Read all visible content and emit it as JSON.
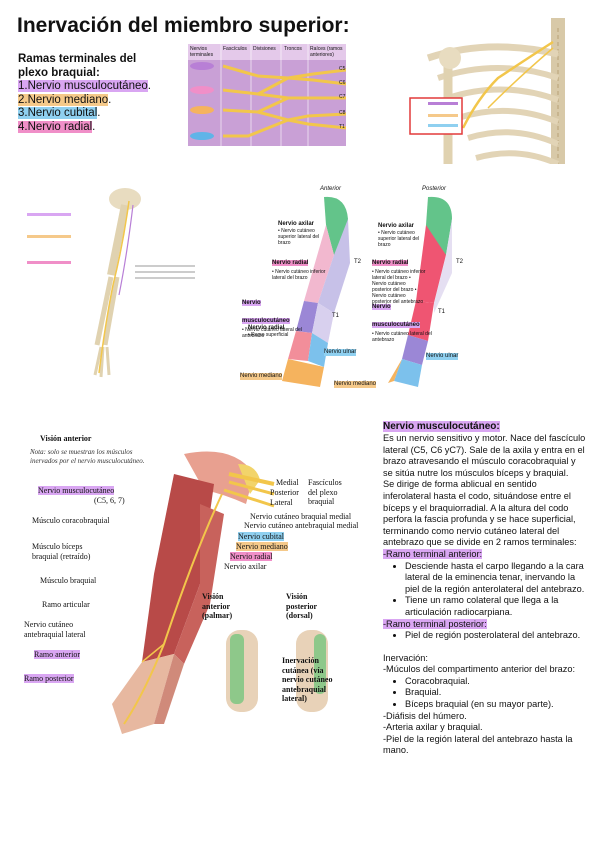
{
  "title": "Inervación del miembro superior:",
  "intro": {
    "heading_line1": "Ramas terminales del",
    "heading_line2": "plexo braquial:",
    "items": [
      {
        "num": "1.",
        "text": "Nervio musculocutáneo",
        "color": "#d9a6f2"
      },
      {
        "num": "2.",
        "text": "Nervio mediano",
        "color": "#f5c98a"
      },
      {
        "num": "3.",
        "text": "Nervio cubital",
        "color": "#8fd0f0"
      },
      {
        "num": "4.",
        "text": "Nervio radial",
        "color": "#f08fc8"
      }
    ]
  },
  "plexus_diagram": {
    "headers": [
      "Nervios terminales",
      "Fascículos",
      "Divisiones",
      "Troncos",
      "Raíces (ramos anteriores)"
    ],
    "roots": [
      "C5",
      "C6",
      "C7",
      "C8",
      "T1"
    ]
  },
  "dermatome_figure": {
    "anterior_title": "Anterior",
    "posterior_title": "Posterior",
    "anterior": {
      "axilar_title": "Nervio axilar",
      "axilar_sub": "• Nervio cutáneo superior lateral del brazo",
      "radial_title": "Nervio radial",
      "radial_sub": "• Nervio cutáneo inferior lateral del brazo",
      "musculo_title": "Nervio musculocutáneo",
      "musculo_sub": "• Nervio cutáneo lateral del antebrazo",
      "radial2_title": "Nervio radial",
      "radial2_sub": "• Ramo superficial",
      "mediano": "Nervio mediano",
      "t2": "T2",
      "t1": "T1"
    },
    "posterior": {
      "axilar_title": "Nervio axilar",
      "axilar_sub": "• Nervio cutáneo superior lateral del brazo",
      "radial_title": "Nervio radial",
      "radial_sub": "• Nervio cutáneo inferior lateral del brazo • Nervio cutáneo posterior del brazo • Nervio cutáneo posterior del antebrazo",
      "musculo_title": "Nervio musculocutáneo",
      "musculo_sub": "• Nervio cutáneo lateral del antebrazo",
      "cubital": "Nervio ulnar",
      "mediano": "Nervio mediano",
      "t2": "T2",
      "t1": "T1"
    },
    "cubital_anterior": "Nervio ulnar"
  },
  "anatomy_figure": {
    "title": "Visión anterior",
    "note": "Nota: solo se muestran los músculos inervados por el nervio musculocutáneo.",
    "labels_left": [
      {
        "text": "Nervio musculocutáneo",
        "highlight": "#d9a6f2"
      },
      {
        "text": "(C5, 6, 7)",
        "highlight": ""
      },
      {
        "text": "Músculo coracobraquial",
        "highlight": ""
      },
      {
        "text": "Músculo bíceps braquial (retraído)",
        "highlight": ""
      },
      {
        "text": "Músculo braquial",
        "highlight": ""
      },
      {
        "text": "Ramo articular",
        "highlight": ""
      },
      {
        "text": "Nervio cutáneo antebraquial lateral",
        "highlight": ""
      },
      {
        "text": "Ramo anterior",
        "highlight": "#d9a6f2"
      },
      {
        "text": "Ramo posterior",
        "highlight": "#d9a6f2"
      }
    ],
    "labels_right": [
      {
        "text": "Medial",
        "highlight": ""
      },
      {
        "text": "Posterior",
        "highlight": ""
      },
      {
        "text": "Lateral",
        "highlight": ""
      },
      {
        "text": "Nervio cutáneo braquial medial",
        "highlight": ""
      },
      {
        "text": "Nervio cutáneo antebraquial medial",
        "highlight": ""
      },
      {
        "text": "Nervio cubital",
        "highlight": "#8fd0f0"
      },
      {
        "text": "Nervio mediano",
        "highlight": "#f5c98a"
      },
      {
        "text": "Nervio radial",
        "highlight": "#f08fc8"
      },
      {
        "text": "Nervio axilar",
        "highlight": ""
      }
    ],
    "fasciculos_label": "Fascículos del plexo braquial",
    "vision_anterior": "Visión anterior (palmar)",
    "vision_posterior": "Visión posterior (dorsal)",
    "inervacion_cutanea": "Inervación cutánea (vía nervio cutáneo antebraquial lateral)"
  },
  "text_panel": {
    "heading": "Nervio musculocutáneo:",
    "paragraph1": "Es un nervio sensitivo y motor. Nace del fascículo lateral (C5, C6 yC7). Sale de la axila y entra en el brazo atravesando el músculo coracobraquial y se sitúa nutre los músculos bíceps y braquial.",
    "paragraph2": "Se dirige de forma ablicual en sentido inferolateral hasta el codo, situándose entre el bíceps y el braquiorradial. A la altura del codo perfora la fascia profunda y se hace superficial, terminando como nervio cutáneo lateral del antebrazo que se divide en 2 ramos terminales:",
    "ramo_anterior_heading": "-Ramo terminal anterior:",
    "ramo_anterior_items": [
      "Desciende hasta el carpo llegando a la cara lateral de la eminencia tenar, inervando la piel de la región anterolateral del antebrazo.",
      "Tiene un ramo colateral que llega a la articulación radiocarpiana."
    ],
    "ramo_posterior_heading": "-Ramo terminal posterior:",
    "ramo_posterior_items": [
      "Piel de región posterolateral del antebrazo."
    ],
    "inervacion_heading": "Inervación:",
    "inervacion_musculos": "-Múculos del compartimento anterior del brazo:",
    "musculos_items": [
      "Coracobraquial.",
      "Braquial.",
      "Bíceps braquial (en su mayor parte)."
    ],
    "inervacion_extra": [
      "-Diáfisis del húmero.",
      "-Arteria axilar y braquial.",
      "-Piel de la región lateral del antebrazo hasta la mano."
    ]
  }
}
